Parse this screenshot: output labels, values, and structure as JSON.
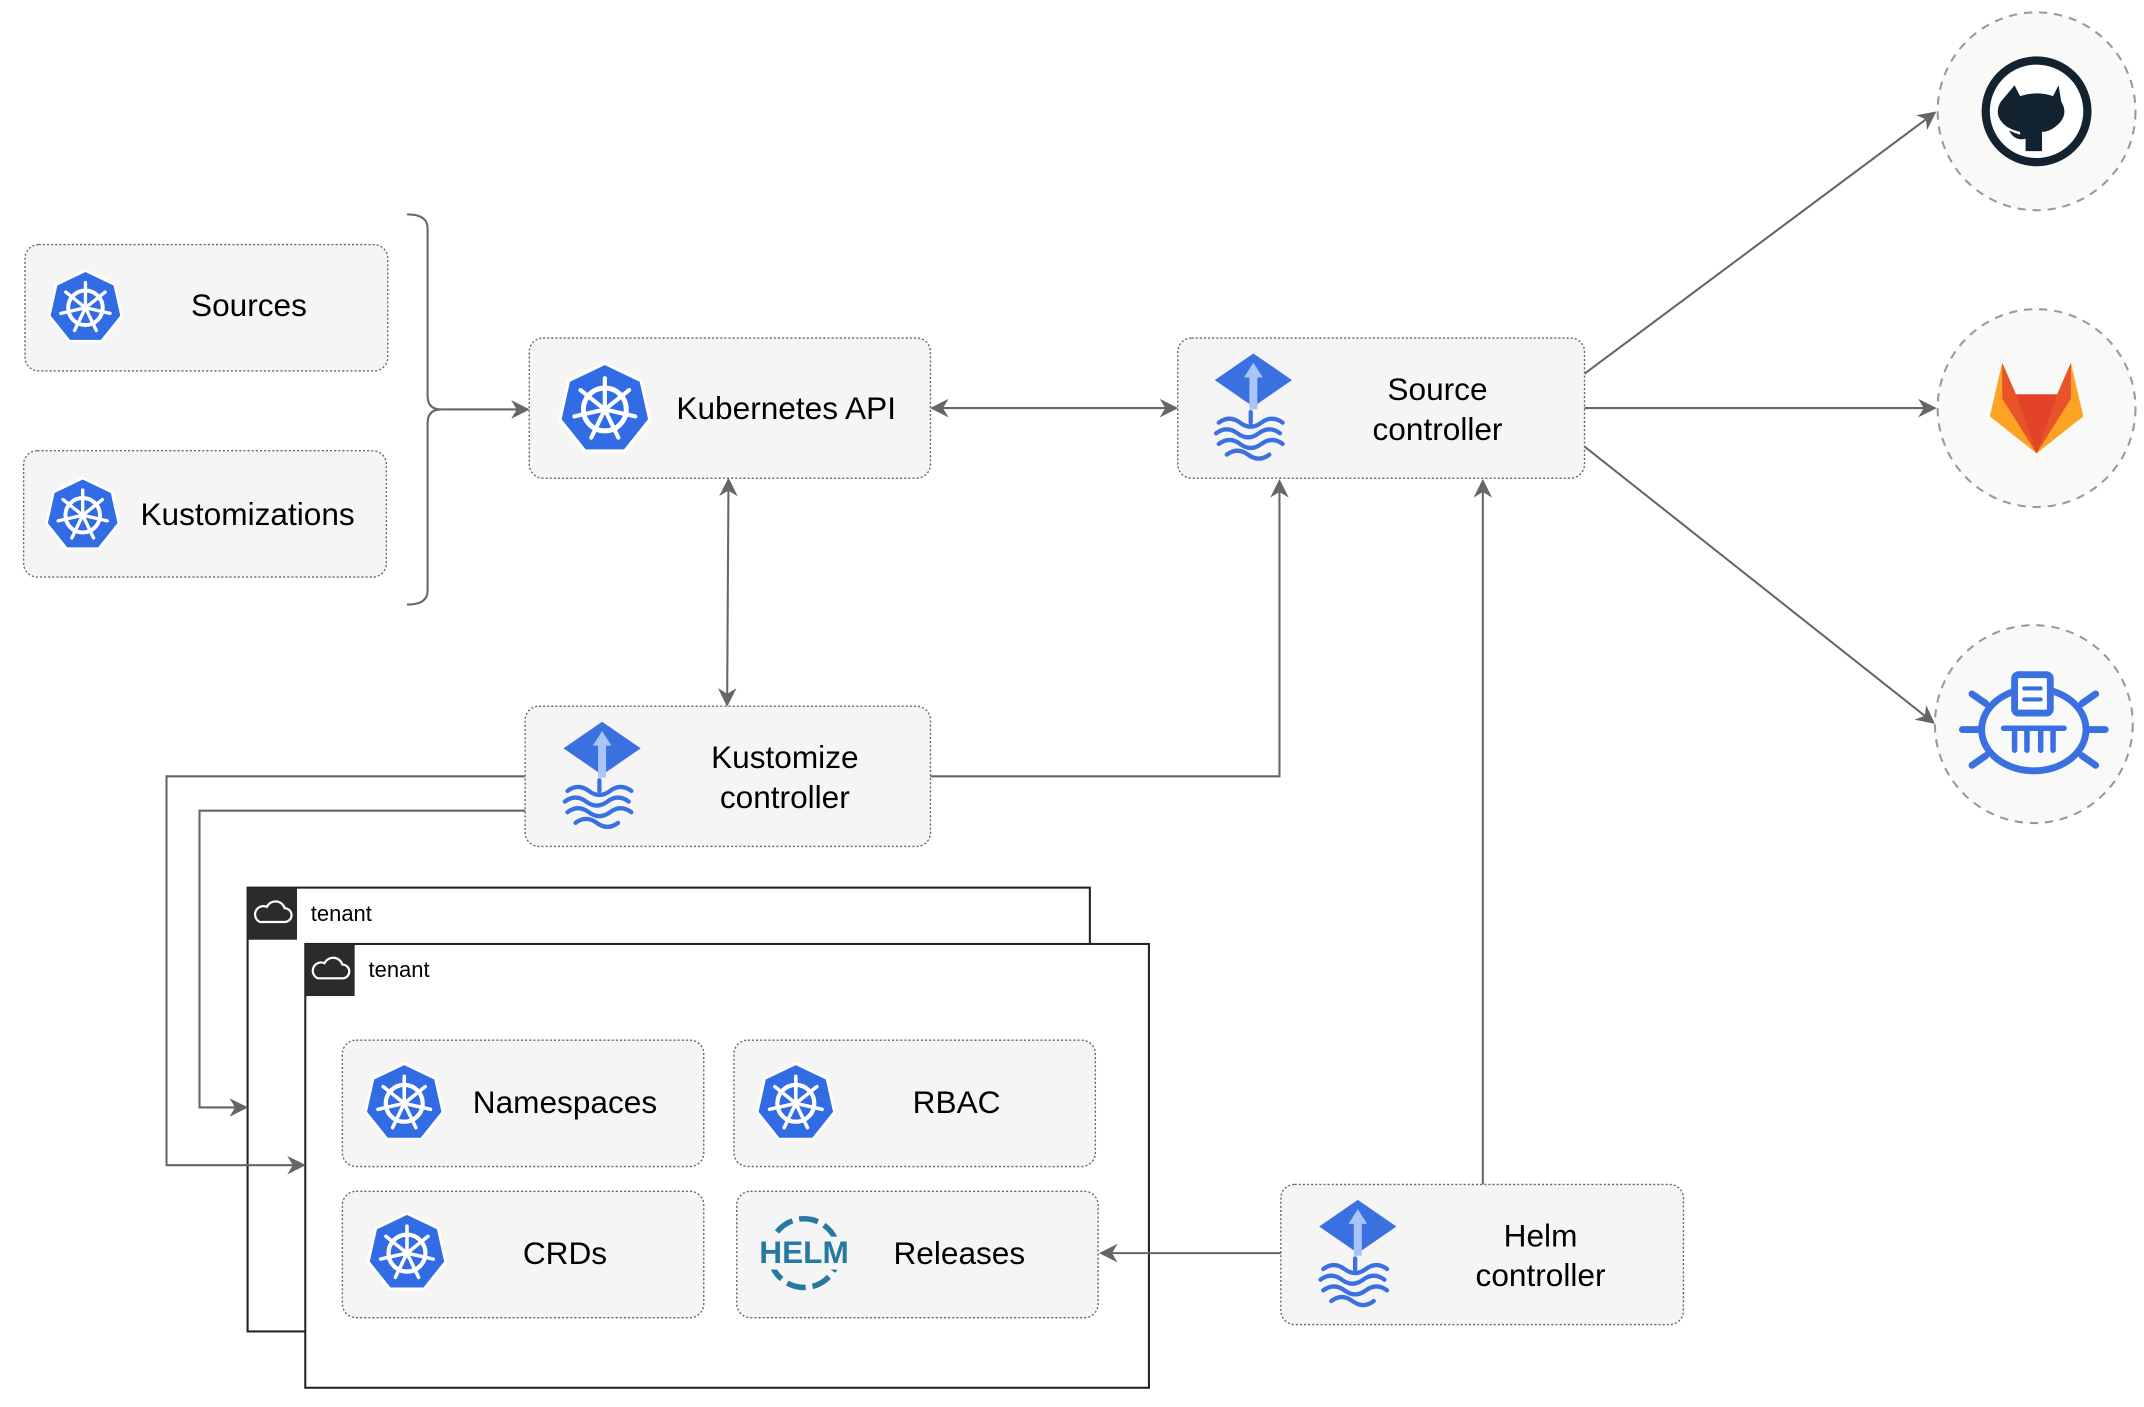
{
  "colors": {
    "k8s_blue": "#326ce5",
    "flux_blue": "#3a70e0",
    "github": "#12232f",
    "gitlab_orange": "#e8532a",
    "gitlab_yellow": "#fca326",
    "edge": "#666666"
  },
  "resources": {
    "sources": {
      "label": "Sources",
      "icon": "kubernetes-icon"
    },
    "kustomizations": {
      "label": "Kustomizations",
      "icon": "kubernetes-icon"
    }
  },
  "kubernetes_api": {
    "label": "Kubernetes API",
    "icon": "kubernetes-icon"
  },
  "source_controller": {
    "line1": "Source",
    "line2": "controller",
    "icon": "flux-icon"
  },
  "kustomize_controller": {
    "line1": "Kustomize",
    "line2": "controller",
    "icon": "flux-icon"
  },
  "helm_controller": {
    "line1": "Helm",
    "line2": "controller",
    "icon": "flux-icon"
  },
  "external_sources": [
    {
      "icon": "github-icon"
    },
    {
      "icon": "gitlab-icon"
    },
    {
      "icon": "helm-repository-icon"
    }
  ],
  "tenants": [
    {
      "label": "tenant",
      "icon": "cloud-icon"
    },
    {
      "label": "tenant",
      "icon": "cloud-icon"
    }
  ],
  "tenant_resources": {
    "namespaces": {
      "label": "Namespaces",
      "icon": "kubernetes-icon"
    },
    "rbac": {
      "label": "RBAC",
      "icon": "kubernetes-icon"
    },
    "crds": {
      "label": "CRDs",
      "icon": "kubernetes-icon"
    },
    "releases": {
      "label": "Releases",
      "icon": "helm-icon",
      "icon_text": "HELM"
    }
  }
}
